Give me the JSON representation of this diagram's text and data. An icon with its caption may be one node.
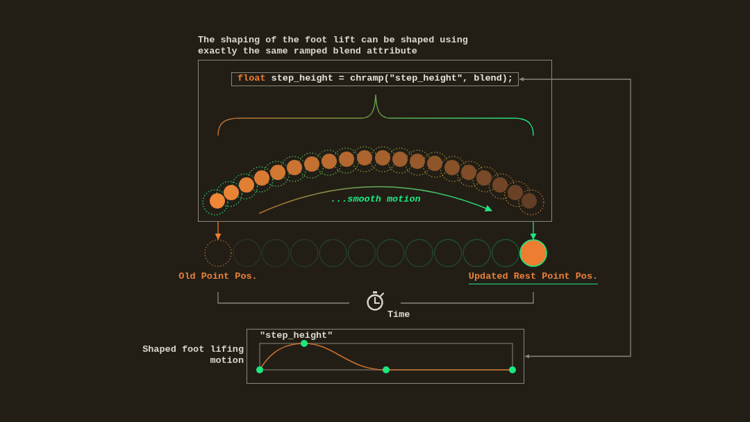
{
  "diagram": {
    "nodes": [
      {
        "text": [
          "The shaping of the foot lift can be shaped using exactly the same ramped blend attribute"
        ]
      },
      {
        "text": [
          "float step_height = chramp(\"step_height\", blend);"
        ],
        "in": 0
      },
      {
        "text": [],
        "shape": "circle",
        "beside": [
          "Old Point Pos."
        ]
      },
      {
        "text": [],
        "shape": "circle",
        "beside": [
          "Updated Rest Point Pos."
        ]
      },
      {
        "text": [
          "\"step_height\""
        ],
        "beside": [
          "Shaped foot lifing motion"
        ]
      }
    ],
    "edges": [
      {
        "from": 1,
        "to": 4,
        "arrow": "both",
        "color": "#8a8778"
      },
      {
        "from": 0,
        "to": 2,
        "arrow": "to",
        "color": "#ed7d31"
      },
      {
        "from": 0,
        "to": 3,
        "arrow": "to",
        "color": "#1de87f"
      }
    ],
    "labels": [
      "...smooth motion",
      "Time"
    ]
  }
}
